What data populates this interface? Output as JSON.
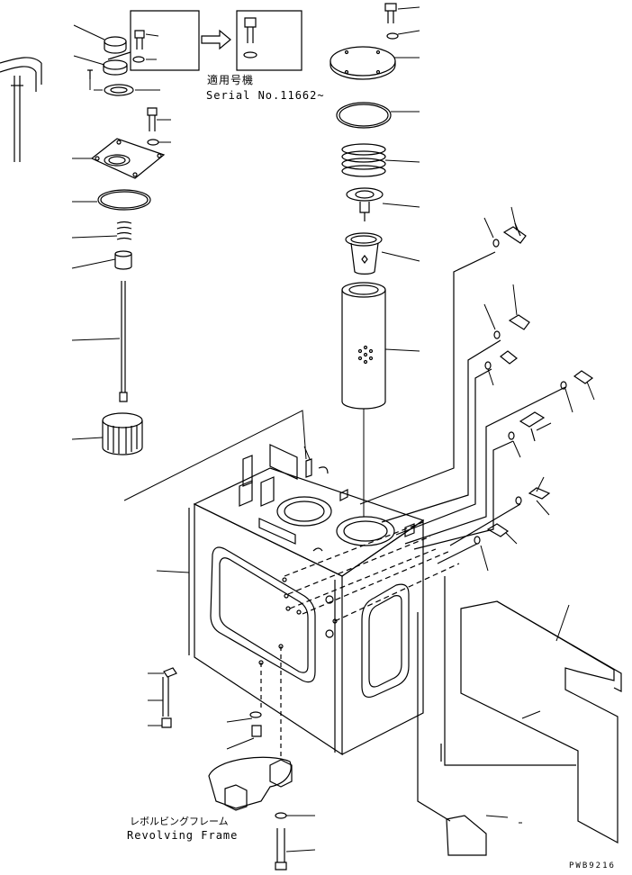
{
  "labels": {
    "serial_jp": "適用号機",
    "serial_no": "Serial No.11662~",
    "revolving_frame_jp": "レボルビングフレーム",
    "revolving_frame_en": "Revolving Frame",
    "drawing_code": "PWB9216"
  },
  "colors": {
    "line": "#000000",
    "background": "#ffffff"
  }
}
